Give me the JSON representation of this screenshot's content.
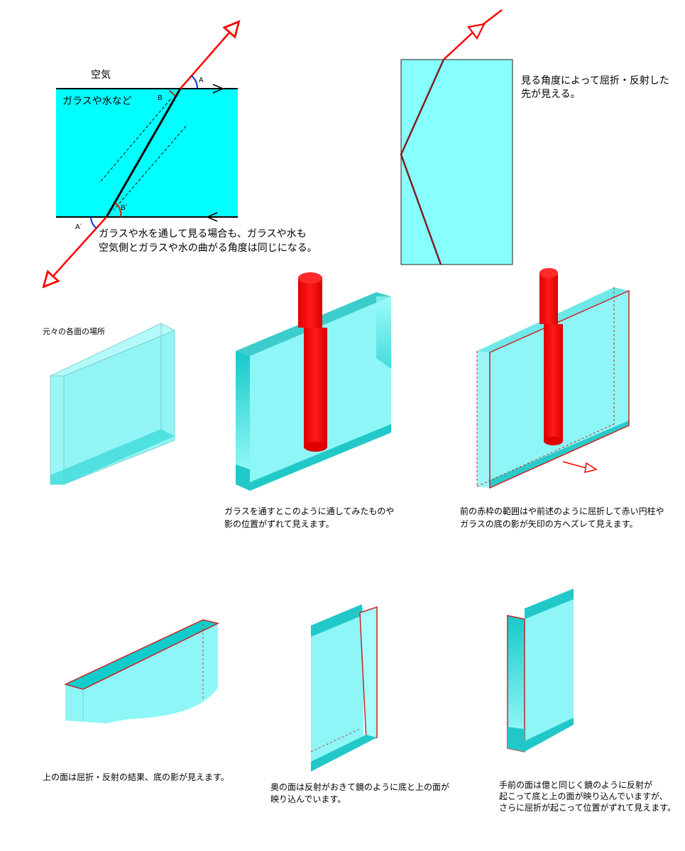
{
  "refraction_diagram": {
    "air_label": "空気",
    "medium_label": "ガラスや水など",
    "angle_a": "A",
    "angle_b": "B",
    "angle_b_prime": "B´",
    "angle_a_prime": "A´",
    "caption_line1": "ガラスや水を通して見る場合も、ガラスや水も",
    "caption_line2": "空気側とガラスや水の曲がる角度は同じになる。"
  },
  "reflection_diagram": {
    "caption_line1": "見る角度によって屈折・反射した",
    "caption_line2": "先が見える。"
  },
  "panels": {
    "original": {
      "caption": "元々の各面の場所"
    },
    "through_glass": {
      "caption_line1": "ガラスを通すとこのように通してみたものや",
      "caption_line2": "影の位置がずれて見えます。"
    },
    "front_frame": {
      "caption_line1": "前の赤枠の範囲はや前述のように屈折して赤い円柱や",
      "caption_line2": "ガラスの底の影が矢印の方へズレて見えます。"
    },
    "top_face": {
      "caption": "上の面は屈折・反射の結果、底の影が見えます。"
    },
    "back_face": {
      "caption_line1": "奥の面は反射がおきて鏡のように底と上の面が",
      "caption_line2": "映り込んでいます。"
    },
    "front_face": {
      "caption_line1": "手前の面は億と同じく鏡のように反射が",
      "caption_line2": "起こって底と上の面が映り込んでいますが、",
      "caption_line3": "さらに屈折が起こって位置がずれて見えます。"
    }
  },
  "colors": {
    "water": "#7fffff",
    "water_deep": "#00e0e0",
    "glass": "#8ff5f5",
    "glass_edge": "#2fd0d0",
    "ray": "#ff0000",
    "cylinder": "#ff0000",
    "frame": "#cc2222"
  }
}
